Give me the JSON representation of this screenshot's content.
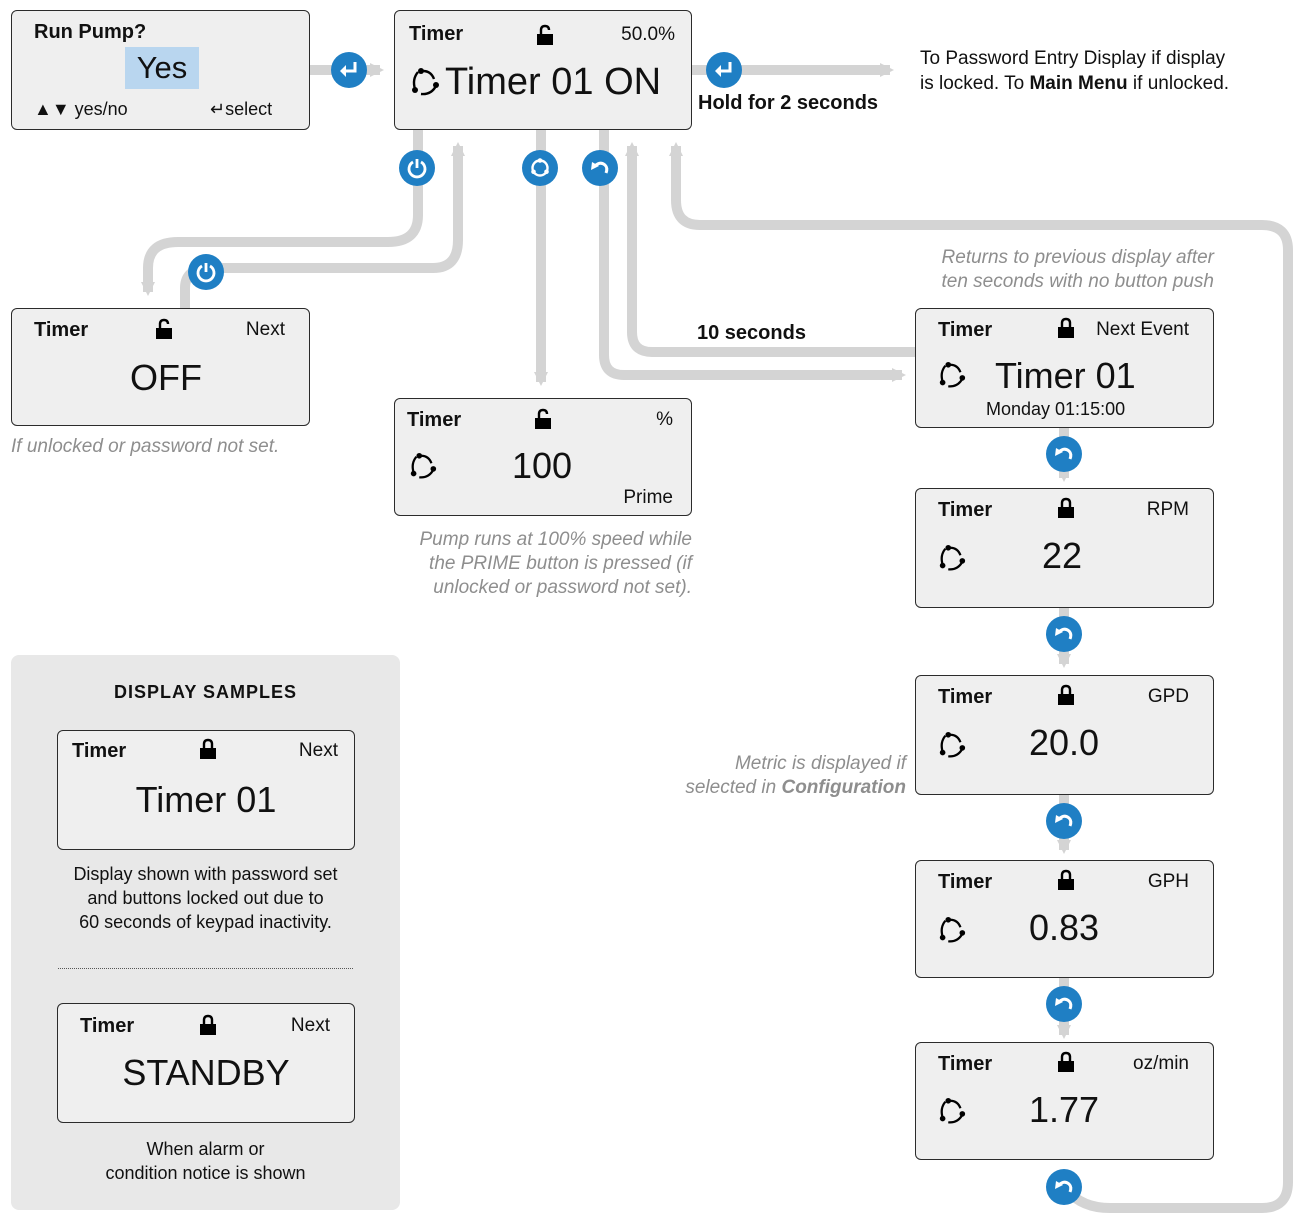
{
  "run_pump": {
    "title": "Run Pump?",
    "value": "Yes",
    "hint_left": "▲▼ yes/no",
    "hint_right": "↵select"
  },
  "main_display": {
    "title": "Timer",
    "percent": "50.0%",
    "status": "Timer 01 ON"
  },
  "hold_label": "Hold for 2 seconds",
  "password_note_line1": "To Password Entry Display if display",
  "password_note_line2_a": "is locked. To ",
  "password_note_line2_b": "Main Menu",
  "password_note_line2_c": " if unlocked.",
  "off_display": {
    "title": "Timer",
    "right": "Next",
    "value": "OFF"
  },
  "off_note": "If unlocked or password not set.",
  "prime_display": {
    "title": "Timer",
    "right": "%",
    "value": "100",
    "label": "Prime"
  },
  "prime_note": [
    "Pump runs at 100% speed while",
    "the PRIME button is pressed (if",
    "unlocked or password not set)."
  ],
  "ten_seconds_label": "10 seconds",
  "return_note": [
    "Returns to previous display after",
    "ten seconds with no button push"
  ],
  "metric_note_line1": "Metric is displayed if",
  "metric_note_line2_a": "selected in ",
  "metric_note_line2_b": "Configuration",
  "next_event_display": {
    "title": "Timer",
    "right": "Next Event",
    "value": "Timer 01",
    "sub": "Monday 01:15:00"
  },
  "rpm_display": {
    "title": "Timer",
    "right": "RPM",
    "value": "22"
  },
  "gpd_display": {
    "title": "Timer",
    "right": "GPD",
    "value": "20.0"
  },
  "gph_display": {
    "title": "Timer",
    "right": "GPH",
    "value": "0.83"
  },
  "ozmin_display": {
    "title": "Timer",
    "right": "oz/min",
    "value": "1.77"
  },
  "samples": {
    "heading": "DISPLAY SAMPLES",
    "sample1": {
      "title": "Timer",
      "right": "Next",
      "value": "Timer 01"
    },
    "sample1_caption": [
      "Display shown with password set",
      "and buttons locked out due to",
      "60 seconds of keypad inactivity."
    ],
    "sample2": {
      "title": "Timer",
      "right": "Next",
      "value": "STANDBY"
    },
    "sample2_caption": [
      "When alarm or",
      "condition notice is shown"
    ]
  },
  "colors": {
    "button_blue": "#1f7fc4",
    "arrow_gray": "#d4d4d4",
    "note_gray": "#8e8e8e",
    "lcd_bg": "#efefef"
  },
  "icons": [
    "enter-icon",
    "power-icon",
    "prime-icon",
    "back-icon",
    "lock-icon",
    "unlock-icon",
    "cycle-icon"
  ]
}
